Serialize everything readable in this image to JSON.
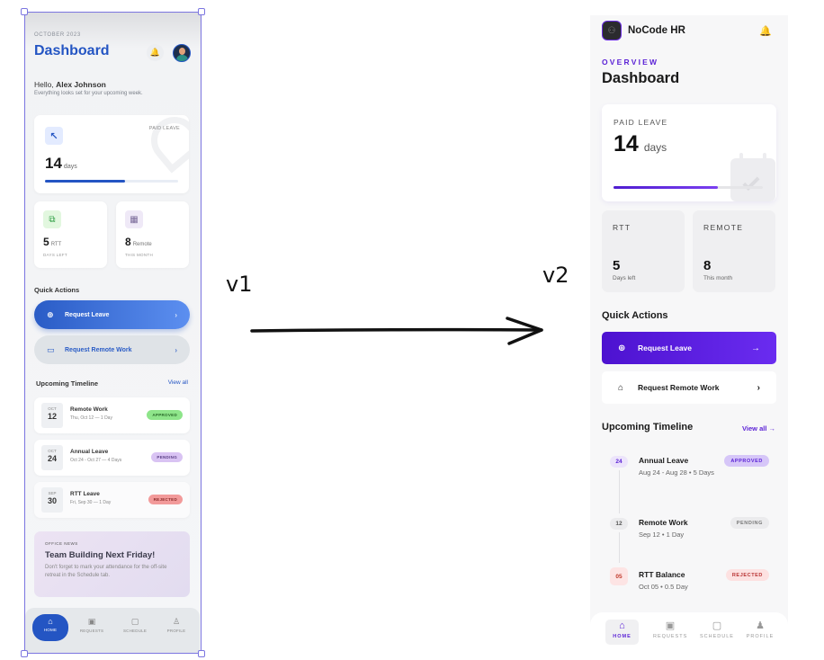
{
  "annotations": {
    "v1_label": "v1",
    "v2_label": "v2"
  },
  "v1": {
    "header": {
      "month": "OCTOBER 2023",
      "title": "Dashboard",
      "bell_icon": "🔔"
    },
    "greeting": {
      "prefix": "Hello,",
      "name": "Alex Johnson",
      "subtitle": "Everything looks set for your upcoming week."
    },
    "paid_leave": {
      "label": "PAID LEAVE",
      "value": "14",
      "unit": "days",
      "icon": "↖",
      "progress_pct": 60,
      "accent": "#2455c3"
    },
    "stats": [
      {
        "value": "5",
        "unit": "RTT",
        "caption": "DAYS LEFT",
        "icon": "⧉",
        "icon_bg": "#e2f7df",
        "icon_color": "#2f9e44"
      },
      {
        "value": "8",
        "unit": "Remote",
        "caption": "THIS MONTH",
        "icon": "▦",
        "icon_bg": "#efe9f7",
        "icon_color": "#7a6a99"
      }
    ],
    "quick_actions": {
      "title": "Quick Actions",
      "primary": {
        "label": "Request Leave",
        "icon": "⊕",
        "chevron": "›"
      },
      "secondary": {
        "label": "Request Remote Work",
        "icon": "▭",
        "chevron": "›"
      }
    },
    "timeline": {
      "title": "Upcoming Timeline",
      "view_all": "View all",
      "items": [
        {
          "month": "OCT",
          "day": "12",
          "name": "Remote Work",
          "meta": "Thu, Oct 12 — 1 Day",
          "status": "APPROVED",
          "badge_bg": "#8ee58a",
          "badge_color": "#2a6a2a"
        },
        {
          "month": "OCT",
          "day": "24",
          "name": "Annual Leave",
          "meta": "Oct 24 - Oct 27 — 4 Days",
          "status": "PENDING",
          "badge_bg": "#d9c3f3",
          "badge_color": "#5b3f86"
        },
        {
          "month": "SEP",
          "day": "30",
          "name": "RTT Leave",
          "meta": "Fri, Sep 30 — 1 Day",
          "status": "REJECTED",
          "badge_bg": "#f29a9a",
          "badge_color": "#8a2a2a"
        }
      ]
    },
    "news": {
      "kicker": "OFFICE NEWS",
      "headline": "Team Building Next Friday!",
      "body": "Don't forget to mark your attendance for the off-site retreat in the Schedule tab."
    },
    "nav": [
      {
        "label": "HOME",
        "icon": "⌂",
        "active": true
      },
      {
        "label": "REQUESTS",
        "icon": "▣"
      },
      {
        "label": "SCHEDULE",
        "icon": "▢"
      },
      {
        "label": "PROFILE",
        "icon": "♙"
      }
    ]
  },
  "v2": {
    "header": {
      "brand": "NoCode HR",
      "logo_icon": "⚇",
      "bell_icon": "🔔",
      "overline": "OVERVIEW",
      "title": "Dashboard"
    },
    "paid_leave": {
      "label": "PAID LEAVE",
      "value": "14",
      "unit": "days",
      "progress_pct": 70,
      "accent": "#5b22d6"
    },
    "stats": [
      {
        "label": "RTT",
        "value": "5",
        "caption": "Days left"
      },
      {
        "label": "REMOTE",
        "value": "8",
        "caption": "This month"
      }
    ],
    "quick_actions": {
      "title": "Quick Actions",
      "primary": {
        "label": "Request Leave",
        "icon": "⊕",
        "chevron": "→"
      },
      "secondary": {
        "label": "Request Remote Work",
        "icon": "⌂",
        "chevron": "›"
      }
    },
    "timeline": {
      "title": "Upcoming Timeline",
      "view_all": "View all →",
      "items": [
        {
          "day": "24",
          "name": "Annual Leave",
          "meta": "Aug 24 - Aug 28 • 5 Days",
          "status": "APPROVED",
          "day_bg": "#ece4fb",
          "day_color": "#5b22d6",
          "badge_bg": "#d6c6f8",
          "badge_color": "#5b22d6"
        },
        {
          "day": "12",
          "name": "Remote Work",
          "meta": "Sep 12 • 1 Day",
          "status": "PENDING",
          "day_bg": "#ebebed",
          "day_color": "#555555",
          "badge_bg": "#ebebed",
          "badge_color": "#777777"
        },
        {
          "day": "05",
          "name": "RTT Balance",
          "meta": "Oct 05 • 0.5 Day",
          "status": "REJECTED",
          "day_bg": "#fde4e4",
          "day_color": "#c0392b",
          "badge_bg": "#fde1e1",
          "badge_color": "#b83232"
        }
      ]
    },
    "nav": [
      {
        "label": "HOME",
        "icon": "⌂",
        "active": true
      },
      {
        "label": "REQUESTS",
        "icon": "▣"
      },
      {
        "label": "SCHEDULE",
        "icon": "▢"
      },
      {
        "label": "PROFILE",
        "icon": "♟"
      }
    ]
  }
}
